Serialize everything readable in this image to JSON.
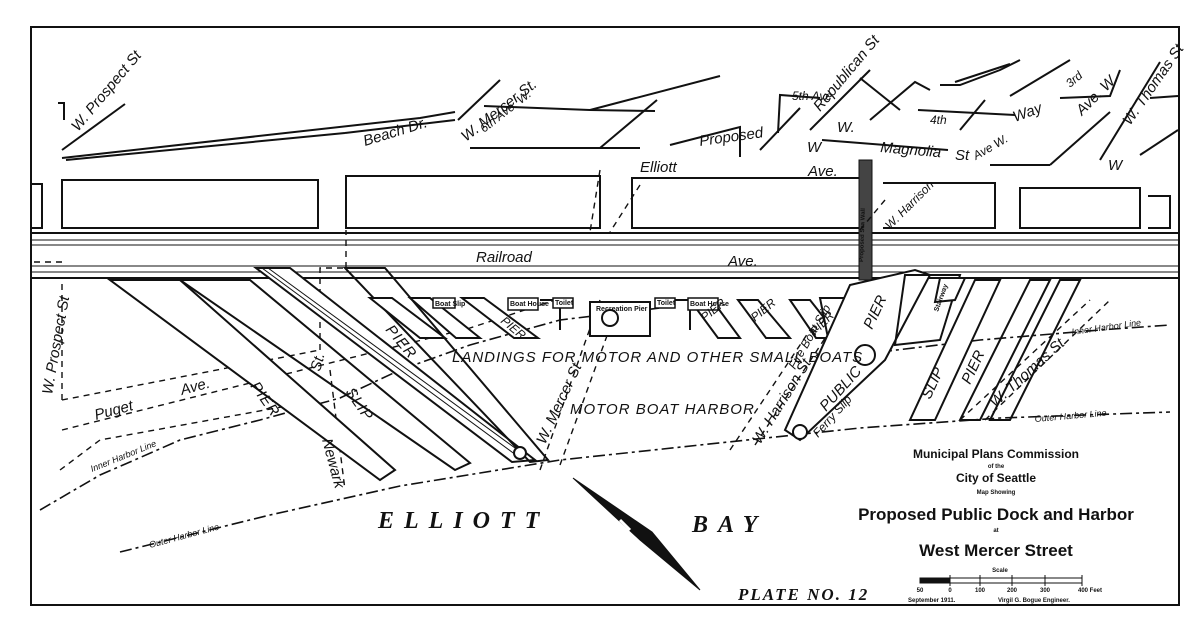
{
  "streets": {
    "w_prospect_top": "W. Prospect St",
    "beach_dr": "Beach Dr.",
    "w_mercer_top": "W. Mercer St.",
    "sixth_ave_w": "6th Ave. W.",
    "proposed": "Proposed",
    "fifth_ave": "5th Ave",
    "w_mark": "W",
    "w_mark_2": "W.",
    "republican_st": "Republican St",
    "magnolia": "Magnolia",
    "elliott": "Elliott",
    "ave": "Ave.",
    "fourth": "4th",
    "st": "St",
    "ave_w": "Ave W.",
    "way": "Way",
    "third": "3rd",
    "ave_w_right": "Ave. W.",
    "w_thomas_top": "W. Thomas St",
    "w_right": "W",
    "w_harrison_top": "W. Harrison",
    "proposed_sea_wall": "Proposed Sea Wall",
    "railroad": "Railroad",
    "railroad_ave": "Ave.",
    "w_prospect_left": "W. Prospect St",
    "puget": "Puget",
    "puget_ave": "Ave.",
    "newark": "Newark",
    "newark_st": "St.",
    "w_mercer_lower": "W. Mercer St",
    "w_harrison_lower": "W. Harrison St",
    "w_thomas_lower": "W. Thomas St"
  },
  "features": {
    "pier": "PIER",
    "slip": "SLIP",
    "landings": "LANDINGS FOR MOTOR AND OTHER SMALL BOATS",
    "motor_boat_harbor": "MOTOR BOAT HARBOR",
    "public": "PUBLIC",
    "ferry_slip": "Ferry Slip",
    "fire_boat_slip": "Fire Boat Slip",
    "elliott_bay_1": "ELLIOTT",
    "elliott_bay_2": "BAY",
    "boat_house": "Boat House",
    "recreation_pier": "Recreation Pier",
    "toilet": "Toilet",
    "boat_slip_small": "Boat Slip",
    "stairway": "Stairway"
  },
  "harbor_lines": {
    "inner_left": "Inner Harbor Line",
    "outer_left": "Outer Harbor Line",
    "inner_right": "Inner Harbor Line",
    "outer_right": "Outer Harbor Line"
  },
  "title_block": {
    "line1": "Municipal Plans Commission",
    "line2": "of the",
    "line3": "City of Seattle",
    "line4": "Map Showing",
    "line5": "Proposed Public Dock and Harbor",
    "line6": "at",
    "line7": "West Mercer Street",
    "scale_label": "Scale",
    "scale_ticks": [
      "50",
      "0",
      "100",
      "200",
      "300",
      "400 Feet"
    ],
    "date": "September 1911.",
    "engineer": "Virgil G. Bogue Engineer."
  },
  "plate": "PLATE NO. 12"
}
